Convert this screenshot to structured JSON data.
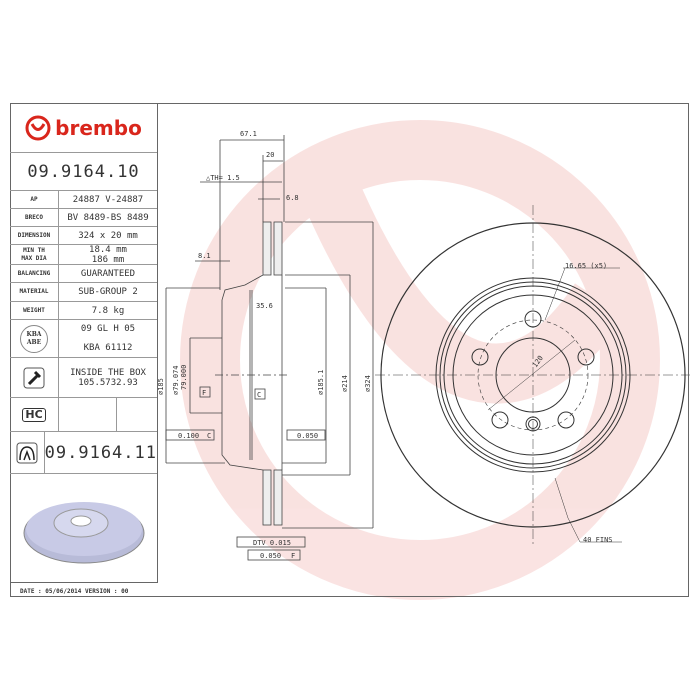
{
  "brand": {
    "logo_text": "brembo",
    "color": "#d9261c"
  },
  "part_number": "09.9164.10",
  "specs": [
    {
      "label": "AP",
      "value": "24887 V-24887"
    },
    {
      "label": "BRECO",
      "value": "BV 8489-BS 8489"
    },
    {
      "label": "DIMENSION",
      "value": "324 x 20 mm"
    },
    {
      "label": "MIN TH",
      "label2": "MAX DIA",
      "value": "18.4 mm",
      "value2": "186 mm"
    },
    {
      "label": "BALANCING",
      "value": "GUARANTEED"
    },
    {
      "label": "MATERIAL",
      "value": "SUB-GROUP 2"
    },
    {
      "label": "WEIGHT",
      "value": "7.8 kg"
    }
  ],
  "kba": {
    "badge": "KBA ABE",
    "value1": "09 GL H 05",
    "value2": "KBA 61112"
  },
  "screw": {
    "line1": "INSIDE THE BOX",
    "line2": "105.5732.93"
  },
  "hc": {
    "badge": "HC"
  },
  "alt_part_number": "09.9164.11",
  "footer": "DATE : 05/06/2014 VERSION : 00",
  "drawing": {
    "dims": {
      "overall_width": "67.1",
      "thickness": "20",
      "delta_th": "△TH= 1.5",
      "vane": "6.8",
      "offset": "8.1",
      "hat_depth": "35.6",
      "d185": "⌀185",
      "d79": "⌀79.074",
      "d79b": "79.000",
      "d185_1": "⌀185.1",
      "d214": "⌀214",
      "d324": "⌀324",
      "pcd": "120",
      "bolt_holes": "16.65 (x5)",
      "fins": "40 FINS"
    },
    "tolerances": {
      "parallel": "0.100",
      "parallel_ref": "C",
      "flatness": "0.050",
      "dtv": "DTV 0.015",
      "runout": "0.050",
      "runout_ref": "F",
      "datum_f": "F",
      "datum_c": "C"
    }
  }
}
